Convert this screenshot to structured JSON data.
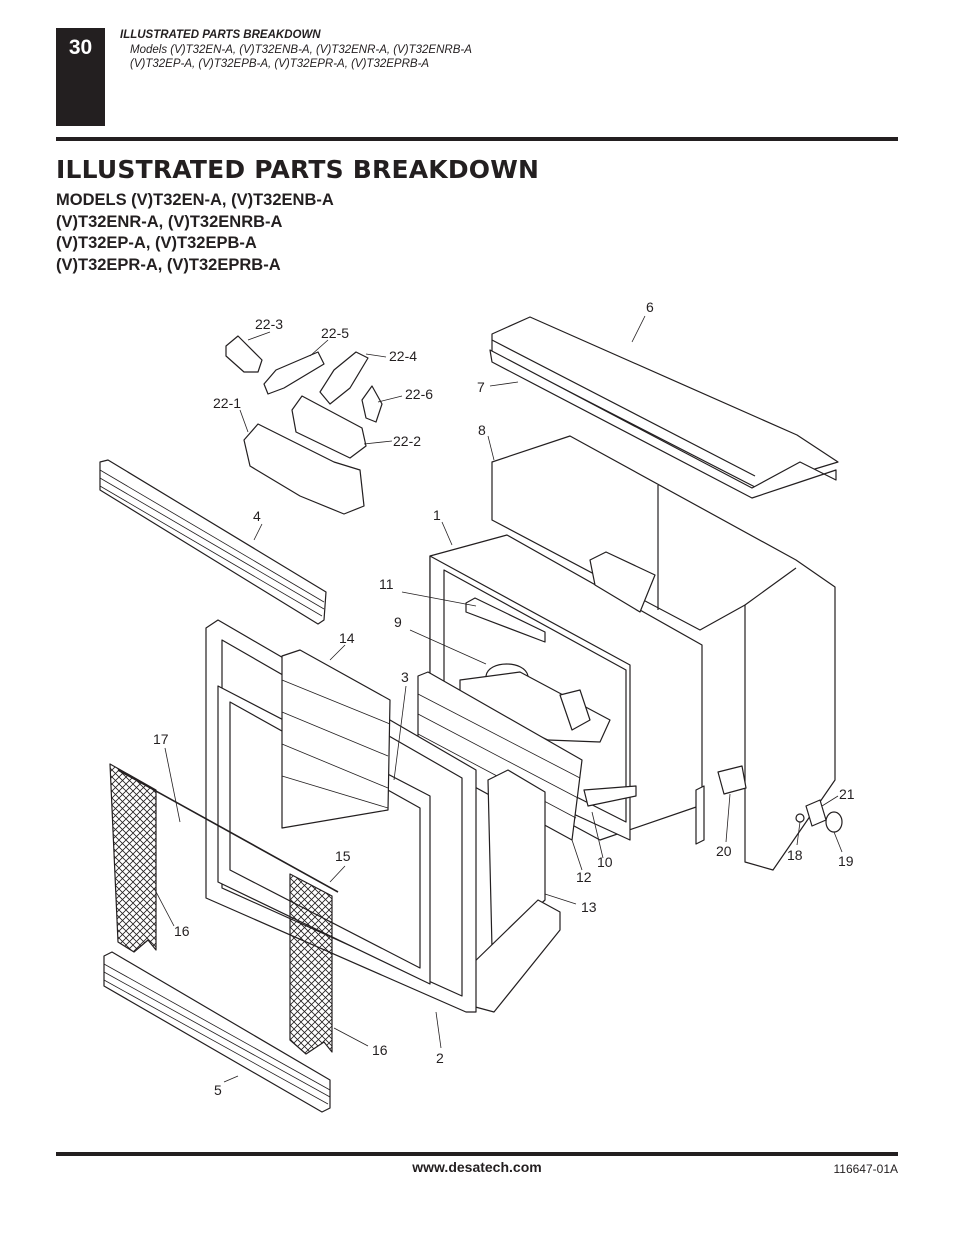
{
  "header": {
    "page_number": "30",
    "running_title": "ILLUSTRATED PARTS BREAKDOWN",
    "running_models": [
      "Models (V)T32EN-A, (V)T32ENB-A, (V)T32ENR-A, (V)T32ENRB-A",
      "(V)T32EP-A, (V)T32EPB-A, (V)T32EPR-A, (V)T32EPRB-A"
    ]
  },
  "section": {
    "title": "ILLUSTRATED PARTS BREAKDOWN",
    "models": [
      "MODELS (V)T32EN-A, (V)T32ENB-A",
      "(V)T32ENR-A, (V)T32ENRB-A",
      "(V)T32EP-A, (V)T32EPB-A",
      "(V)T32EPR-A, (V)T32EPRB-A"
    ]
  },
  "diagram": {
    "callouts": [
      "22-3",
      "22-5",
      "22-4",
      "22-6",
      "22-1",
      "22-2",
      "6",
      "7",
      "8",
      "4",
      "1",
      "11",
      "9",
      "14",
      "3",
      "17",
      "15",
      "16",
      "16",
      "12",
      "10",
      "13",
      "20",
      "21",
      "18",
      "19",
      "2",
      "5"
    ]
  },
  "footer": {
    "url": "www.desatech.com",
    "doc_code": "116647-01A"
  }
}
